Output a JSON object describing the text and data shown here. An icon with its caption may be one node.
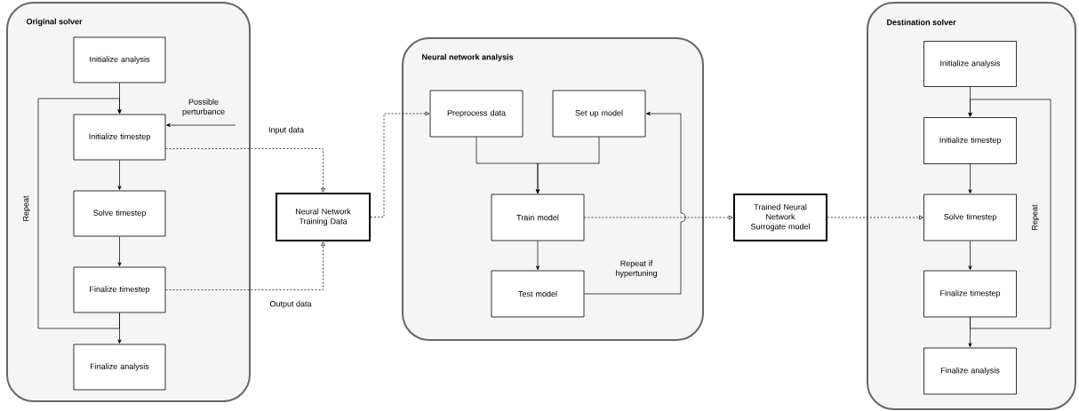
{
  "diagram": {
    "nodes": [
      {
        "text": [
          "Original solver"
        ]
      },
      {
        "text": [
          "Initialize analysis"
        ],
        "in": 0
      },
      {
        "text": [
          "Initialize timestep"
        ],
        "in": 0
      },
      {
        "text": [
          "Solve timestep"
        ],
        "in": 0
      },
      {
        "text": [
          "Finalize timestep"
        ],
        "in": 0
      },
      {
        "text": [
          "Finalize analysis"
        ],
        "in": 0
      },
      {
        "text": [
          "Neural Network Training Data"
        ]
      },
      {
        "text": [
          "Neural network analysis"
        ]
      },
      {
        "text": [
          "Preprocess data"
        ],
        "in": 7
      },
      {
        "text": [
          "Set up model"
        ],
        "in": 7
      },
      {
        "text": [
          "Train model"
        ],
        "in": 7
      },
      {
        "text": [
          "Test model"
        ],
        "in": 7
      },
      {
        "text": [
          "Trained Neural Network Surrogate model"
        ]
      },
      {
        "text": [
          "Destination solver"
        ]
      },
      {
        "text": [
          "Initialize analysis"
        ],
        "in": 13
      },
      {
        "text": [
          "Initialize timestep"
        ],
        "in": 13
      },
      {
        "text": [
          "Solve timestep"
        ],
        "in": 13
      },
      {
        "text": [
          "Finalize timestep"
        ],
        "in": 13
      },
      {
        "text": [
          "Finalize analysis"
        ],
        "in": 13
      }
    ],
    "edges": [
      {
        "from": 1,
        "to": 2,
        "arrow": "to"
      },
      {
        "from": 2,
        "to": 3,
        "arrow": "to"
      },
      {
        "from": 3,
        "to": 4,
        "arrow": "to"
      },
      {
        "from": 4,
        "to": 5,
        "arrow": "to"
      },
      {
        "from": 4,
        "to": 2,
        "arrow": "to",
        "label": "Repeat"
      },
      {
        "from": null,
        "to": 2,
        "arrow": "to",
        "label": "Possible perturbance"
      },
      {
        "from": 2,
        "to": 6,
        "arrow": "to",
        "style": "dashed",
        "label": "Input data"
      },
      {
        "from": 4,
        "to": 6,
        "arrow": "to",
        "style": "dashed",
        "label": "Output data"
      },
      {
        "from": 6,
        "to": 8,
        "arrow": "to",
        "style": "dashed"
      },
      {
        "from": 8,
        "to": 10,
        "arrow": "to"
      },
      {
        "from": 9,
        "to": 10,
        "arrow": "to"
      },
      {
        "from": 10,
        "to": 11,
        "arrow": "to"
      },
      {
        "from": 11,
        "to": 9,
        "arrow": "to",
        "label": "Repeat if hypertuning"
      },
      {
        "from": 10,
        "to": 12,
        "arrow": "to",
        "style": "dashed"
      },
      {
        "from": 12,
        "to": 16,
        "arrow": "to",
        "style": "dashed"
      },
      {
        "from": 14,
        "to": 15,
        "arrow": "to"
      },
      {
        "from": 15,
        "to": 16,
        "arrow": "to"
      },
      {
        "from": 16,
        "to": 17,
        "arrow": "to"
      },
      {
        "from": 17,
        "to": 18,
        "arrow": "to"
      },
      {
        "from": 17,
        "to": 15,
        "arrow": "to",
        "label": "Repeat"
      }
    ]
  }
}
